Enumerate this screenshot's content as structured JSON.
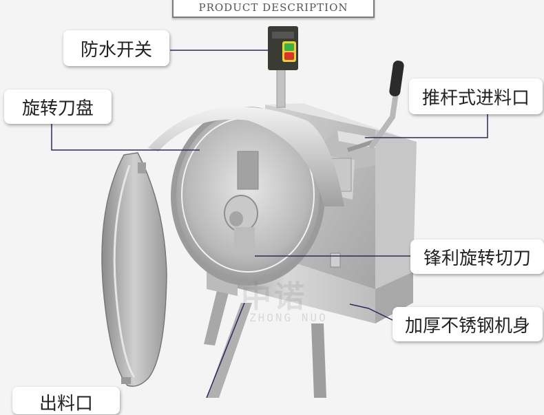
{
  "header": {
    "title": "PRODUCT DESCRIPTION"
  },
  "labels": {
    "waterproof_switch": "防水开关",
    "rotating_disc": "旋转刀盘",
    "push_rod_inlet": "推杆式进料口",
    "sharp_blade": "锋利旋转切刀",
    "stainless_body": "加厚不锈钢机身",
    "discharge": "出料口"
  },
  "watermark": {
    "main": "中诺",
    "sub": "ZHONG NUO"
  },
  "colors": {
    "steel_light": "#e2e2e2",
    "steel_mid": "#b8b8b8",
    "steel_dark": "#8a8a8a",
    "switch_green": "#3cb043",
    "switch_red": "#d9342b",
    "switch_yellow": "#e8d13a",
    "leader_line": "#2a2a5a"
  }
}
